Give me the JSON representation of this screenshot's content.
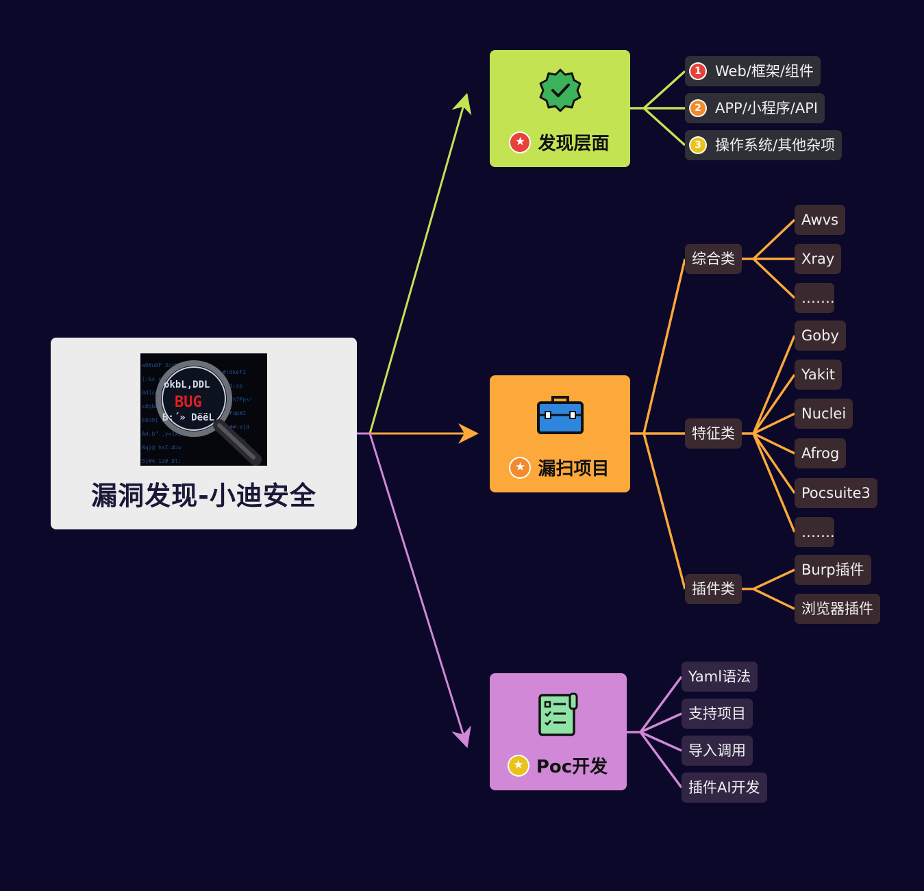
{
  "root": {
    "title": "漏洞发现-小迪安全",
    "image_text": "BUG"
  },
  "branches": {
    "discovery": {
      "label": "发现层面",
      "color": "#c3e352",
      "items": [
        {
          "num": "1",
          "label": "Web/框架/组件",
          "num_color": "#e8403a"
        },
        {
          "num": "2",
          "label": "APP/小程序/API",
          "num_color": "#f28a2e"
        },
        {
          "num": "3",
          "label": "操作系统/其他杂项",
          "num_color": "#e9c21b"
        }
      ]
    },
    "scanner": {
      "label": "漏扫项目",
      "color": "#fca83a",
      "groups": [
        {
          "label": "综合类",
          "items": [
            "Awvs",
            "Xray",
            "……."
          ]
        },
        {
          "label": "特征类",
          "items": [
            "Goby",
            "Yakit",
            "Nuclei",
            "Afrog",
            "Pocsuite3",
            "……."
          ]
        },
        {
          "label": "插件类",
          "items": [
            "Burp插件",
            "浏览器插件"
          ]
        }
      ]
    },
    "poc": {
      "label": "Poc开发",
      "color": "#d188d6",
      "items": [
        "Yaml语法",
        "支持项目",
        "导入调用",
        "插件AI开发"
      ]
    }
  },
  "icons": {
    "discovery": "verified-badge-icon",
    "scanner": "briefcase-icon",
    "poc": "checklist-icon",
    "discovery_marker": "red-star-icon",
    "scanner_marker": "orange-star-icon",
    "poc_marker": "yellow-star-icon"
  }
}
